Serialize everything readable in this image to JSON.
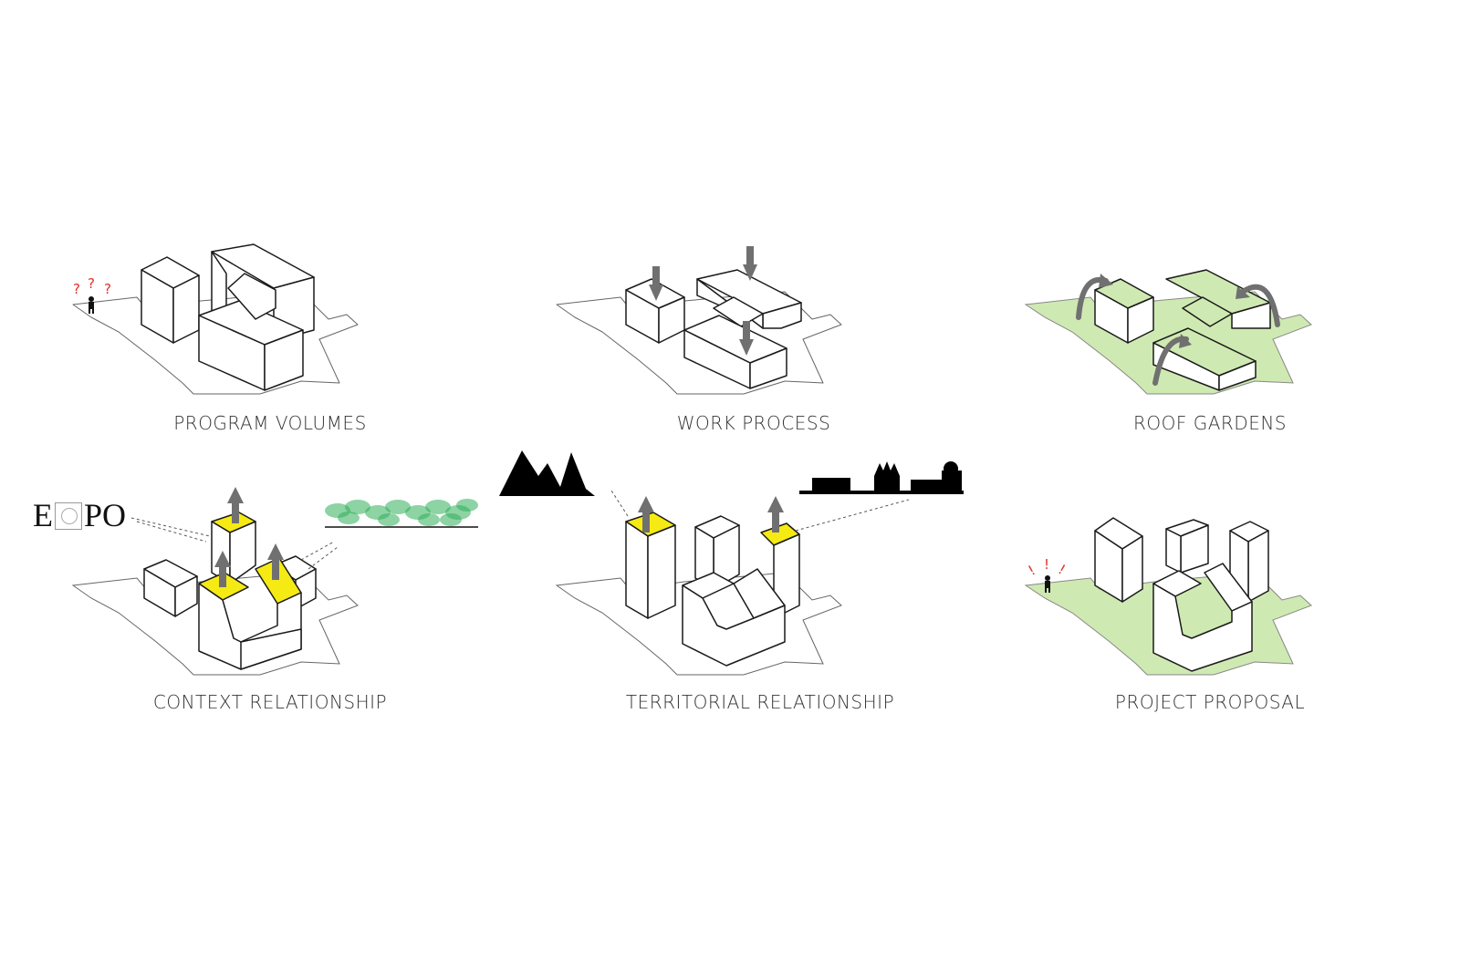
{
  "diagrams": [
    {
      "caption": "PROGRAM VOLUMES"
    },
    {
      "caption": "WORK PROCESS"
    },
    {
      "caption": "ROOF GARDENS"
    },
    {
      "caption": "CONTEXT RELATIONSHIP"
    },
    {
      "caption": "TERRITORIAL RELATIONSHIP"
    },
    {
      "caption": "PROJECT PROPOSAL"
    }
  ],
  "expo_logo": {
    "left": "E",
    "right": "PO"
  },
  "marks": {
    "question": "?",
    "exclaim": "!"
  },
  "colors": {
    "highlight": "#f5ea14",
    "garden": "#cfe9b2",
    "arrow": "#707070",
    "outline": "#1a1a1a",
    "tree": "#2fae5a",
    "silhouette": "#000000",
    "mark": "#e0302a"
  }
}
